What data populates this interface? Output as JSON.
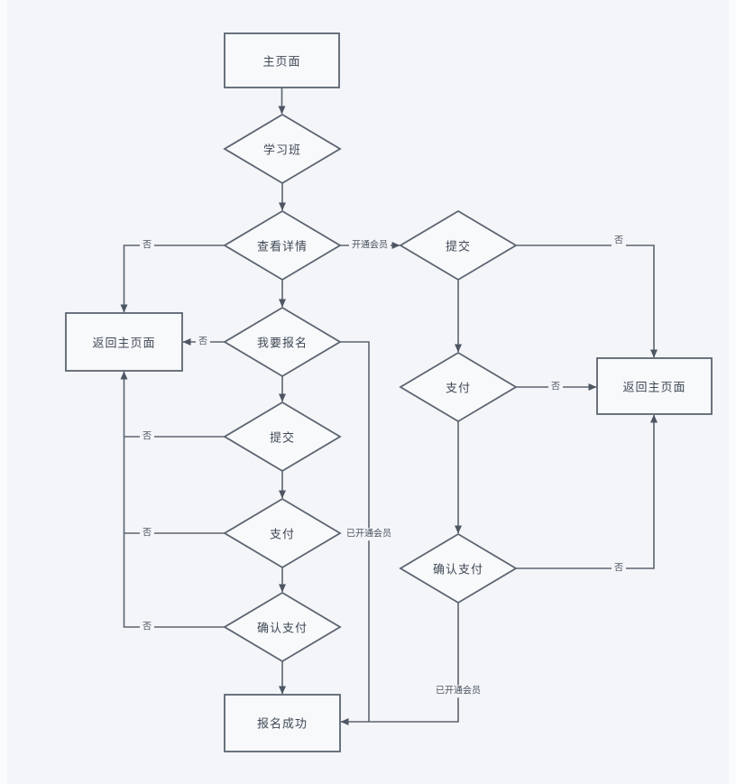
{
  "canvas": {
    "background_color": "#f4f5f8",
    "line_color": "#5b6470",
    "node_fill_color": "#f8f9fb",
    "node_border_color": "#5b6470",
    "text_color": "#3f4956"
  },
  "nodes": {
    "main_page": {
      "type": "rectangle",
      "label": "主页面"
    },
    "study_class": {
      "type": "diamond",
      "label": "学习班"
    },
    "view_details": {
      "type": "diamond",
      "label": "查看详情"
    },
    "want_register": {
      "type": "diamond",
      "label": "我要报名"
    },
    "submit_left": {
      "type": "diamond",
      "label": "提交"
    },
    "pay_left": {
      "type": "diamond",
      "label": "支付"
    },
    "confirm_pay_left": {
      "type": "diamond",
      "label": "确认支付"
    },
    "return_home_left": {
      "type": "rectangle",
      "label": "返回主页面"
    },
    "register_success": {
      "type": "rectangle",
      "label": "报名成功"
    },
    "submit_right": {
      "type": "diamond",
      "label": "提交"
    },
    "pay_right": {
      "type": "diamond",
      "label": "支付"
    },
    "confirm_pay_right": {
      "type": "diamond",
      "label": "确认支付"
    },
    "return_home_right": {
      "type": "rectangle",
      "label": "返回主页面"
    }
  },
  "edges": [
    {
      "from": "main_page",
      "to": "study_class",
      "label": ""
    },
    {
      "from": "study_class",
      "to": "view_details",
      "label": ""
    },
    {
      "from": "view_details",
      "to": "want_register",
      "label": ""
    },
    {
      "from": "want_register",
      "to": "submit_left",
      "label": ""
    },
    {
      "from": "submit_left",
      "to": "pay_left",
      "label": ""
    },
    {
      "from": "pay_left",
      "to": "confirm_pay_left",
      "label": ""
    },
    {
      "from": "confirm_pay_left",
      "to": "register_success",
      "label": ""
    },
    {
      "from": "view_details",
      "to": "return_home_left",
      "label": "否"
    },
    {
      "from": "view_details",
      "to": "submit_right",
      "label": "开通会员"
    },
    {
      "from": "want_register",
      "to": "return_home_left",
      "label": "否"
    },
    {
      "from": "submit_left",
      "to": "return_home_left",
      "label": "否"
    },
    {
      "from": "pay_left",
      "to": "return_home_left",
      "label": "否"
    },
    {
      "from": "confirm_pay_left",
      "to": "return_home_left",
      "label": "否"
    },
    {
      "from": "want_register",
      "to": "register_success",
      "label": "已开通会员"
    },
    {
      "from": "confirm_pay_right",
      "to": "register_success",
      "label": "已开通会员"
    },
    {
      "from": "submit_right",
      "to": "pay_right",
      "label": ""
    },
    {
      "from": "pay_right",
      "to": "confirm_pay_right",
      "label": ""
    },
    {
      "from": "submit_right",
      "to": "return_home_right",
      "label": "否"
    },
    {
      "from": "pay_right",
      "to": "return_home_right",
      "label": "否"
    },
    {
      "from": "confirm_pay_right",
      "to": "return_home_right",
      "label": "否"
    }
  ]
}
